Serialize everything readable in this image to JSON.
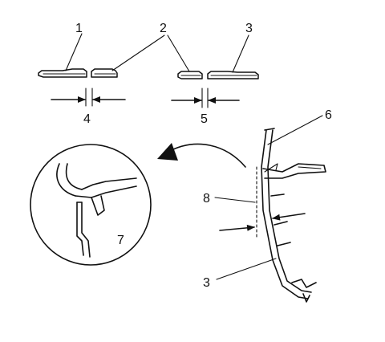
{
  "callouts": {
    "c1": "1",
    "c2": "2",
    "c3_top": "3",
    "c4": "4",
    "c5": "5",
    "c6": "6",
    "c7": "7",
    "c8": "8",
    "c3_bottom": "3"
  }
}
